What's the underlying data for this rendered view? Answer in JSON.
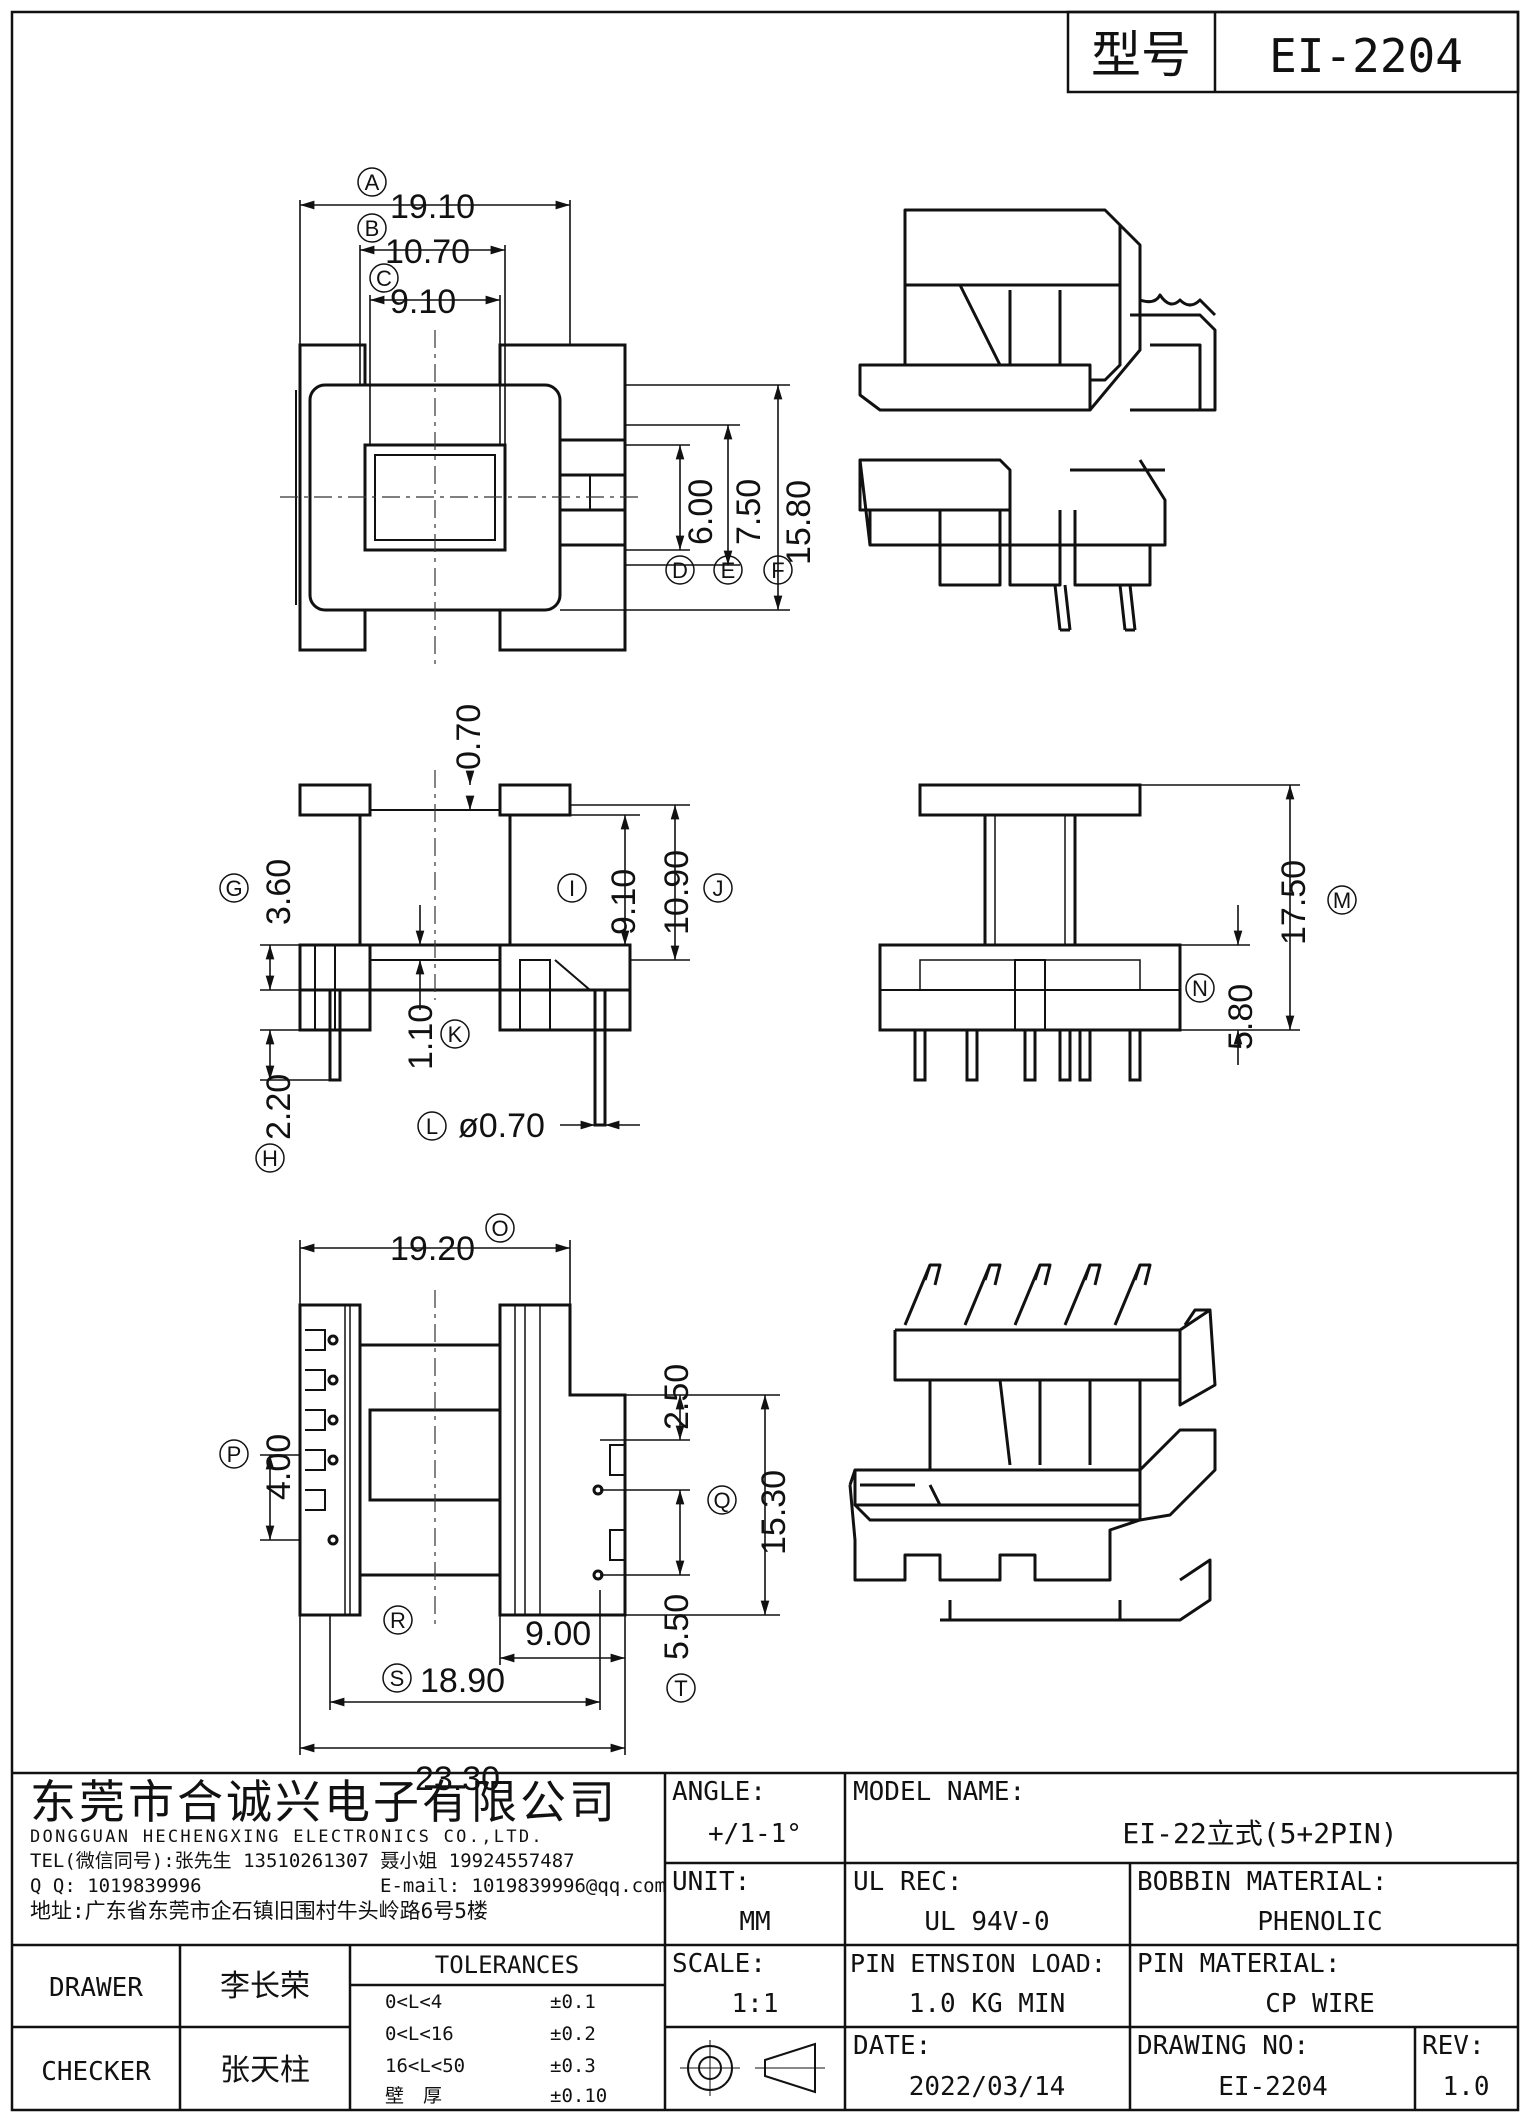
{
  "header": {
    "model_label": "型号",
    "model_value": "EI-2204"
  },
  "dimensions": {
    "A": "19.10",
    "B": "10.70",
    "C": "9.10",
    "D": "6.00",
    "E": "7.50",
    "F": "15.80",
    "G": "3.60",
    "H": "2.20",
    "I": "9.10",
    "J": "10.90",
    "K": "1.10",
    "L": "ø0.70",
    "M": "17.50",
    "N": "5.80",
    "top_gap": "0.70",
    "O": "19.20",
    "P": "4.00",
    "Q": "15.30",
    "R": "9.00",
    "S": "18.90",
    "T": "5.50",
    "overall": "23.30",
    "pin_gap": "2.50"
  },
  "callouts": {
    "A": "A",
    "B": "B",
    "C": "C",
    "D": "D",
    "E": "E",
    "F": "F",
    "G": "G",
    "H": "H",
    "I": "I",
    "J": "J",
    "K": "K",
    "L": "L",
    "M": "M",
    "N": "N",
    "O": "O",
    "P": "P",
    "Q": "Q",
    "R": "R",
    "S": "S",
    "T": "T"
  },
  "company": {
    "name_cn": "东莞市合诚兴电子有限公司",
    "name_en": "DONGGUAN HECHENGXING ELECTRONICS CO.,LTD.",
    "tel": "TEL(微信同号):张先生 13510261307 聂小姐 19924557487",
    "qq": "Q Q: 1019839996",
    "email": "E-mail: 1019839996@qq.com",
    "address": "地址:广东省东莞市企石镇旧围村牛头岭路6号5楼"
  },
  "title_block": {
    "angle_label": "ANGLE:",
    "angle_value": "+/1-1°",
    "model_name_label": "MODEL NAME:",
    "model_name_value": "EI-22立式(5+2PIN)",
    "unit_label": "UNIT:",
    "unit_value": "MM",
    "ul_label": "UL REC:",
    "ul_value": "UL 94V-0",
    "bobbin_label": "BOBBIN MATERIAL:",
    "bobbin_value": "PHENOLIC",
    "scale_label": "SCALE:",
    "scale_value": "1:1",
    "pin_load_label": "PIN ETNSION LOAD:",
    "pin_load_value": "1.0 KG MIN",
    "pin_mat_label": "PIN MATERIAL:",
    "pin_mat_value": "CP WIRE",
    "date_label": "DATE:",
    "date_value": "2022/03/14",
    "drawing_no_label": "DRAWING NO:",
    "drawing_no_value": "EI-2204",
    "rev_label": "REV:",
    "rev_value": "1.0",
    "drawer_label": "DRAWER",
    "drawer_value": "李长荣",
    "checker_label": "CHECKER",
    "checker_value": "张天柱",
    "tolerances_label": "TOLERANCES",
    "tolerances": [
      {
        "range": "0<L<4",
        "value": "±0.1"
      },
      {
        "range": "0<L<16",
        "value": "±0.2"
      },
      {
        "range": "16<L<50",
        "value": "±0.3"
      },
      {
        "range": "壁　厚",
        "value": "±0.10"
      }
    ]
  }
}
